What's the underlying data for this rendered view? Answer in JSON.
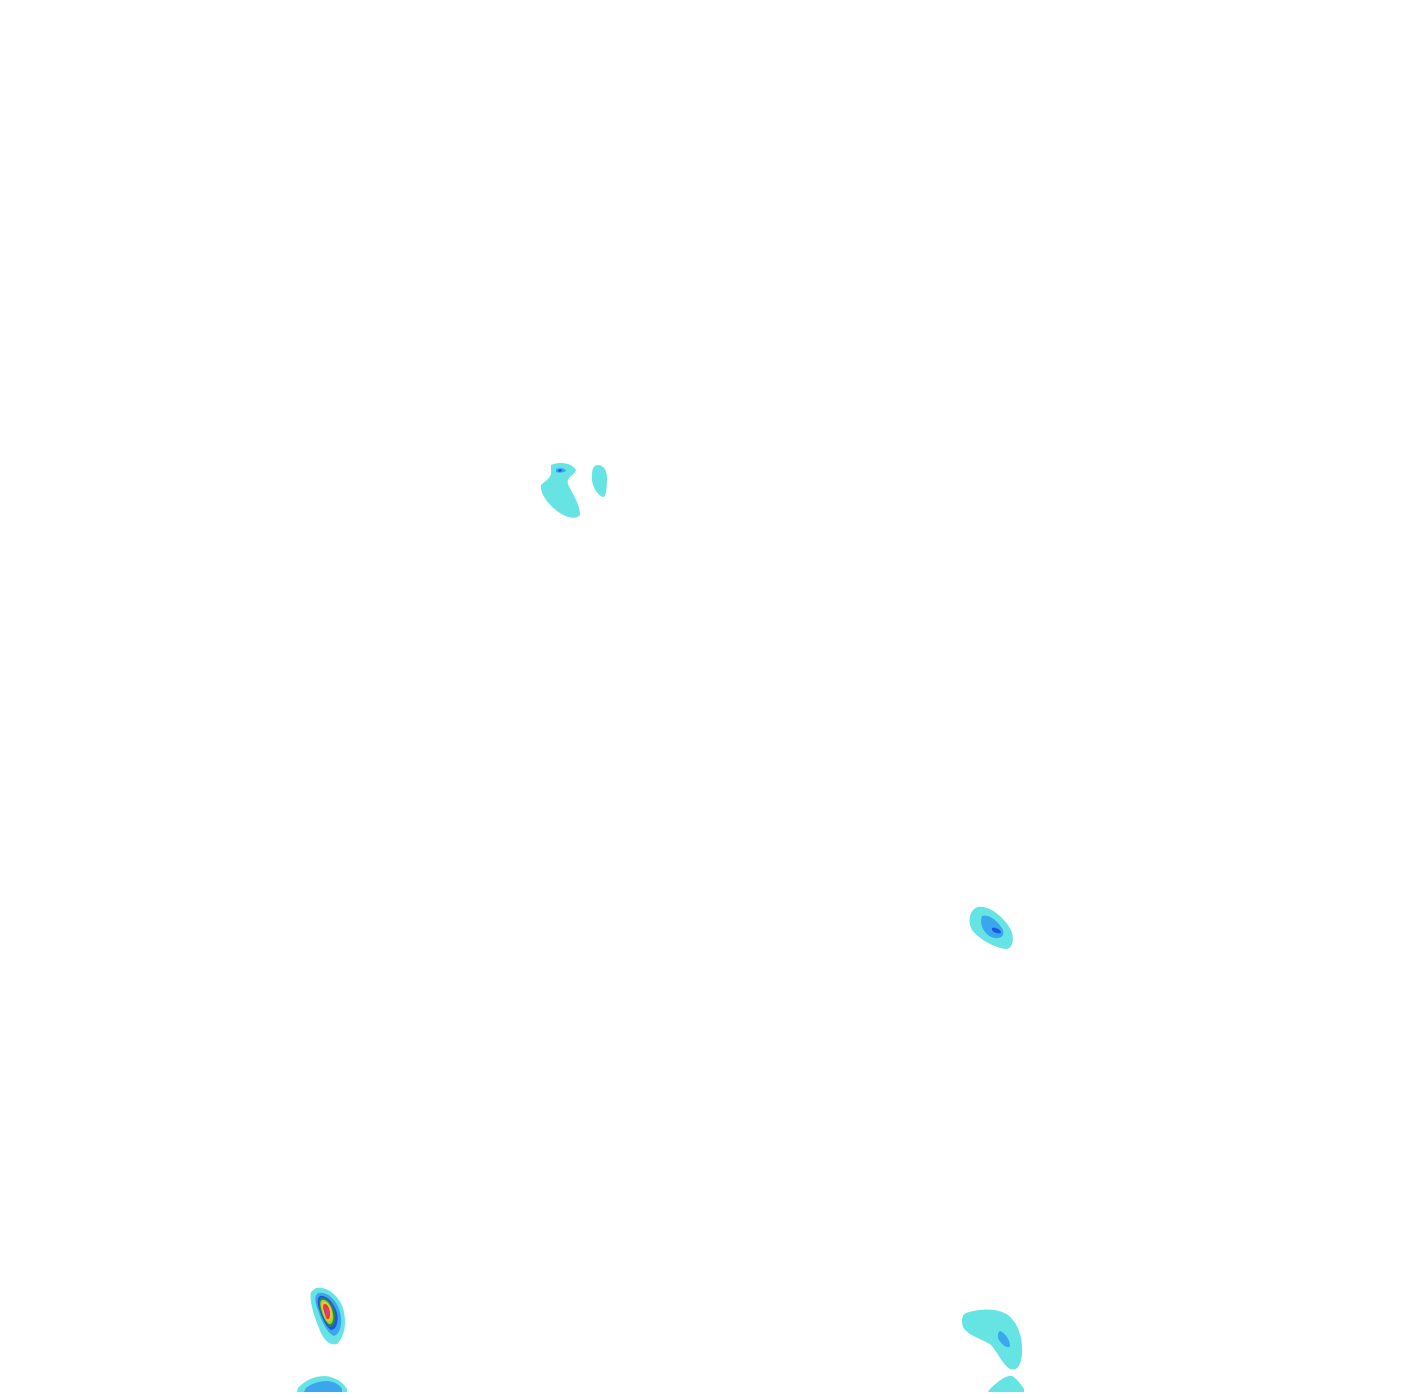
{
  "chart_data": {
    "type": "heatmap",
    "subtype": "filled-contour",
    "title": "",
    "xlabel": "",
    "ylabel": "",
    "grid": false,
    "legend": "none",
    "background": "#ffffff",
    "levels": [
      {
        "level": 1,
        "color": "#66e3e3"
      },
      {
        "level": 2,
        "color": "#3aa6ee"
      },
      {
        "level": 3,
        "color": "#1f55e6"
      },
      {
        "level": 4,
        "color": "#2e8b3a"
      },
      {
        "level": 5,
        "color": "#9fd33a"
      },
      {
        "level": 6,
        "color": "#f4c430"
      },
      {
        "level": 7,
        "color": "#e23b3b"
      },
      {
        "level": 8,
        "color": "#d63aa0"
      }
    ],
    "peaks": [
      {
        "id": "peak-upper-left",
        "max_level": 3
      },
      {
        "id": "peak-upper-left-small",
        "max_level": 1
      },
      {
        "id": "peak-middle-right",
        "max_level": 3
      },
      {
        "id": "peak-lower-left",
        "max_level": 8
      },
      {
        "id": "peak-bottom-left-edge",
        "max_level": 2
      },
      {
        "id": "peak-lower-right",
        "max_level": 2
      },
      {
        "id": "peak-bottom-right-edge",
        "max_level": 1
      }
    ]
  }
}
